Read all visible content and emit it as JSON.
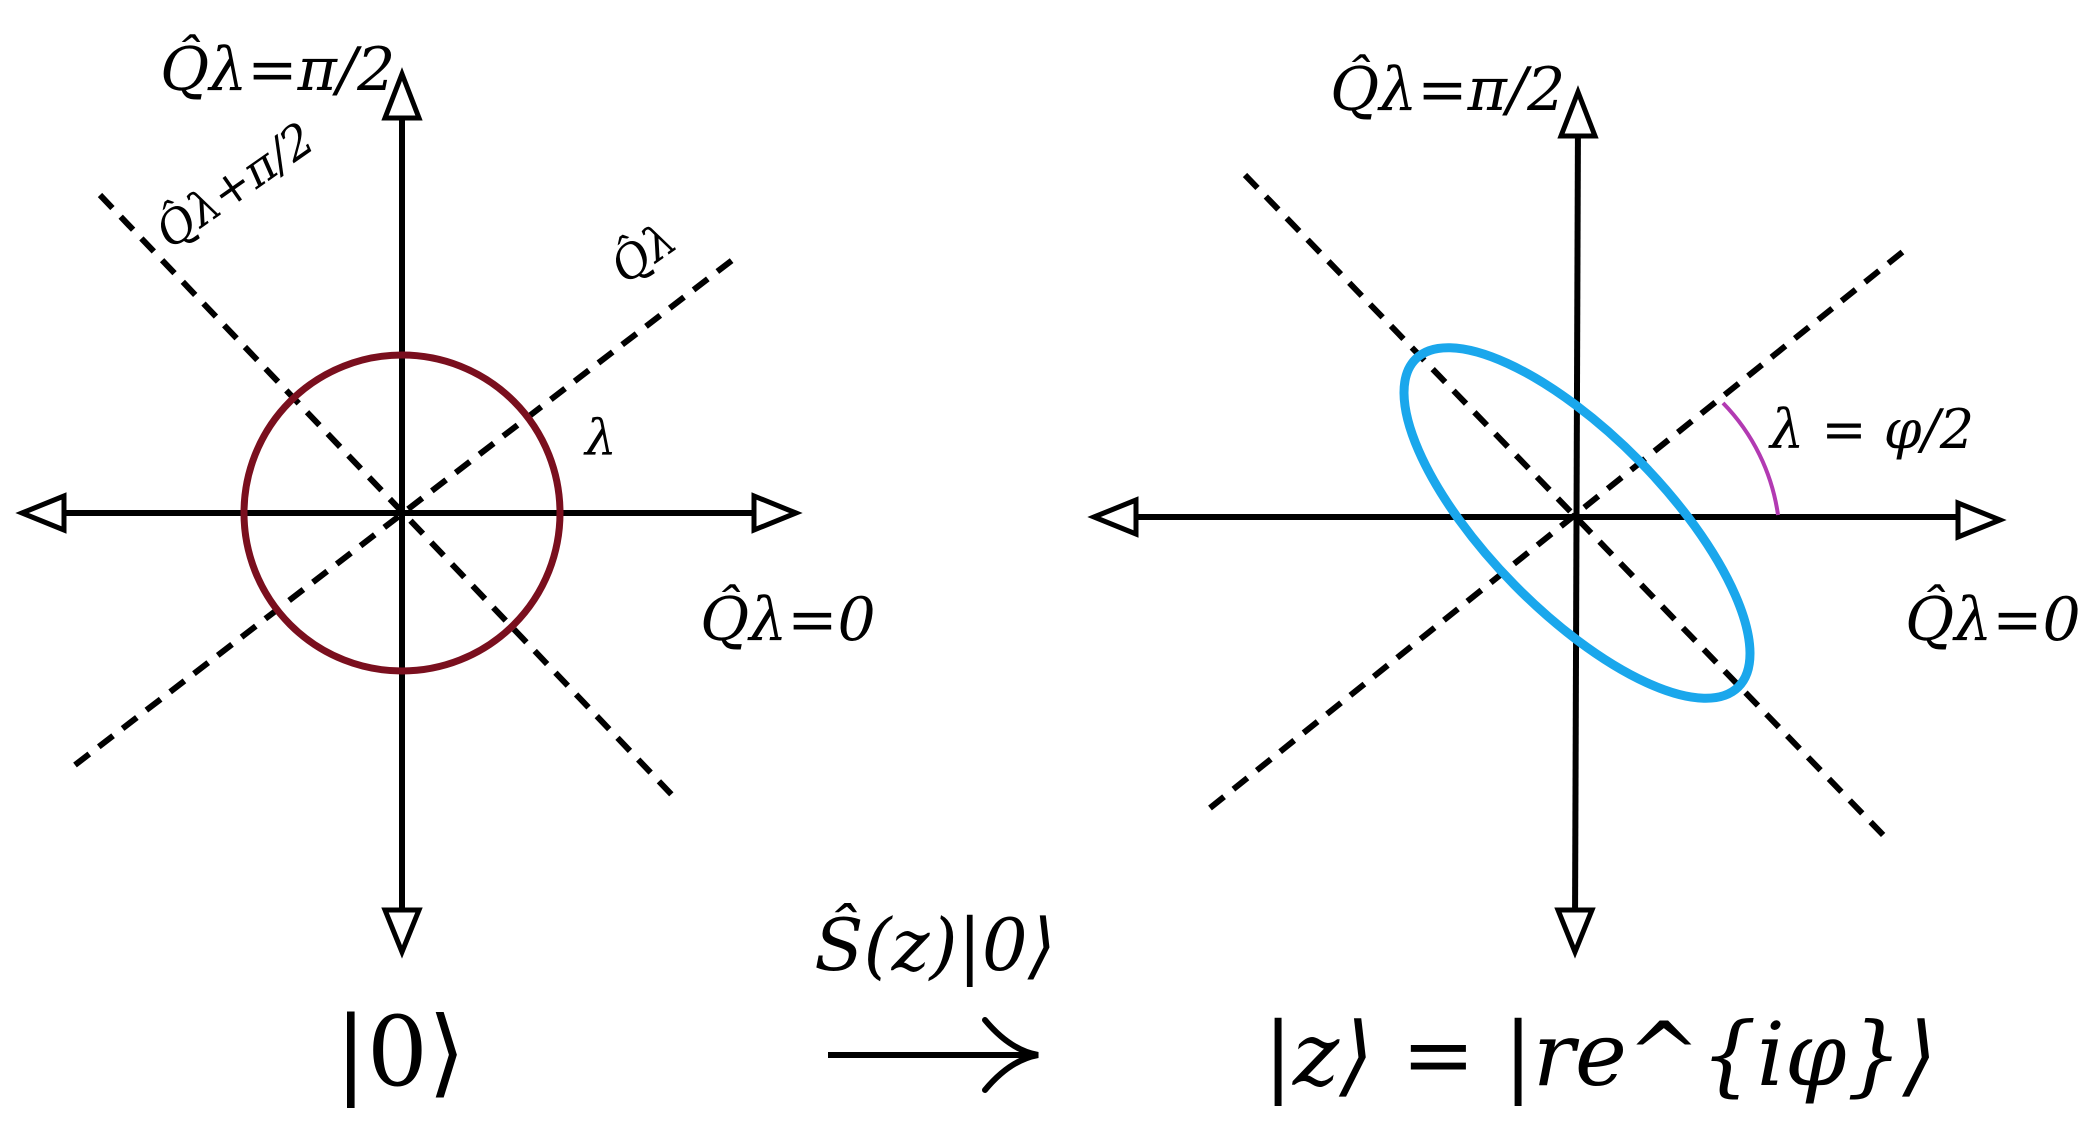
{
  "colors": {
    "vacuum_circle": "#7a0f1e",
    "squeezed_ellipse": "#1aa7ec",
    "angle_arc": "#b23ab2",
    "axes": "#000000"
  },
  "left_panel": {
    "axis_top_label": "Q̂λ=π/2",
    "axis_right_label": "Q̂λ=0",
    "rotated_axis_label": "Q̂λ",
    "rotated_perp_axis_label": "Q̂λ+π/2",
    "angle_label": "λ",
    "state_label": "|0⟩"
  },
  "right_panel": {
    "axis_top_label": "Q̂λ=π/2",
    "axis_right_label": "Q̂λ=0",
    "angle_label": "λ = φ/2",
    "state_label": "|z⟩ = |re^{iφ}⟩"
  },
  "transition": {
    "operator_label": "Ŝ(z)|0⟩",
    "arrow_glyph": "⟶"
  }
}
